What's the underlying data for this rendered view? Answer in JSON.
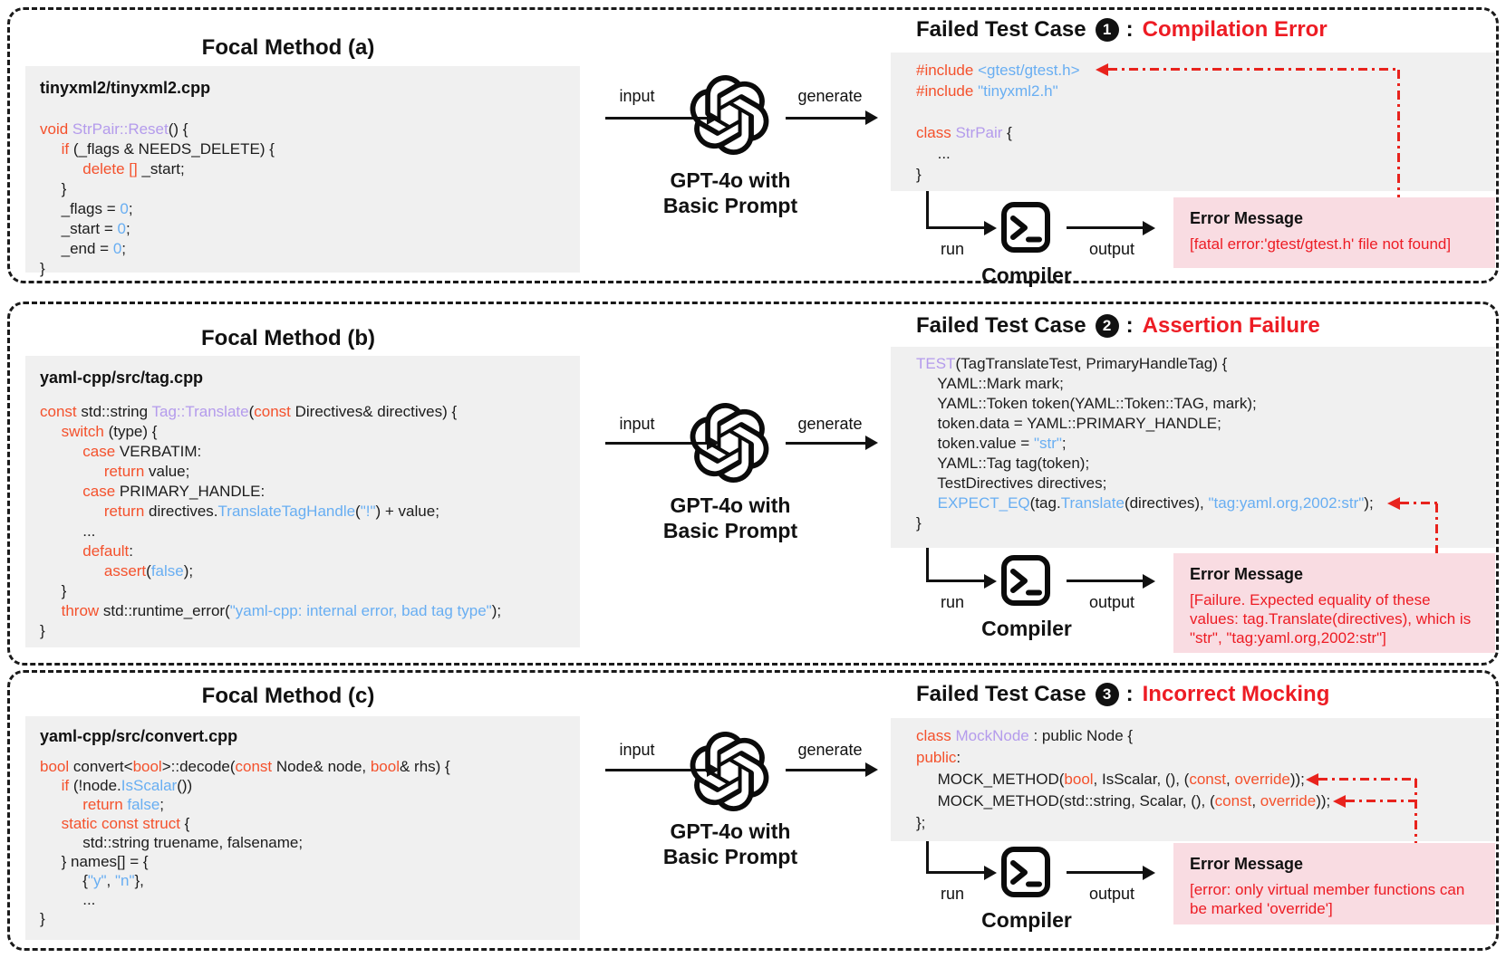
{
  "flow": {
    "input_label": "input",
    "generate_label": "generate",
    "model_line1": "GPT-4o with",
    "model_line2": "Basic Prompt",
    "run_label": "run",
    "output_label": "output",
    "compiler_label": "Compiler",
    "error_box_title": "Error Message",
    "title_separator": ":"
  },
  "colors": {
    "keyword": "#f4512c",
    "type_name": "#b49bec",
    "string_blue": "#68aef2",
    "error_red": "#ed1c24",
    "code_background": "#f0f0f0",
    "error_background": "#f9dce2"
  },
  "panels": [
    {
      "focal_title": "Focal Method (a)",
      "file": "tinyxml2/tinyxml2.cpp",
      "failed_prefix": "Failed Test Case",
      "failed_number": "1",
      "failed_label": "Compilation Error",
      "error_text": "[fatal error:'gtest/gtest.h' file not found]",
      "focal_code": [
        [
          {
            "t": "void ",
            "c": "kw"
          },
          {
            "t": "StrPair::Reset",
            "c": "ty"
          },
          {
            "t": "() {"
          }
        ],
        [
          {
            "t": "     "
          },
          {
            "t": "if ",
            "c": "kw"
          },
          {
            "t": "(_flags & NEEDS_DELETE) {"
          }
        ],
        [
          {
            "t": "          "
          },
          {
            "t": "delete [] ",
            "c": "kw"
          },
          {
            "t": "_start;"
          }
        ],
        [
          {
            "t": "     }"
          }
        ],
        [
          {
            "t": "     _flags = "
          },
          {
            "t": "0",
            "c": "bl"
          },
          {
            "t": ";"
          }
        ],
        [
          {
            "t": "     _start = "
          },
          {
            "t": "0",
            "c": "bl"
          },
          {
            "t": ";"
          }
        ],
        [
          {
            "t": "     _end = "
          },
          {
            "t": "0",
            "c": "bl"
          },
          {
            "t": ";"
          }
        ],
        [
          {
            "t": "}"
          }
        ]
      ],
      "test_code": [
        [
          {
            "t": "#include ",
            "c": "kw"
          },
          {
            "t": "<gtest/gtest.h>",
            "c": "bl"
          }
        ],
        [
          {
            "t": "#include ",
            "c": "kw"
          },
          {
            "t": "\"tinyxml2.h\"",
            "c": "bl"
          }
        ],
        [
          {
            "t": ""
          }
        ],
        [
          {
            "t": "class ",
            "c": "kw"
          },
          {
            "t": "StrPair",
            "c": "ty"
          },
          {
            "t": " {"
          }
        ],
        [
          {
            "t": "     ..."
          }
        ],
        [
          {
            "t": "}"
          }
        ]
      ]
    },
    {
      "focal_title": "Focal Method (b)",
      "file": "yaml-cpp/src/tag.cpp",
      "failed_prefix": "Failed Test Case",
      "failed_number": "2",
      "failed_label": "Assertion Failure",
      "error_text": "[Failure. Expected equality of these values: tag.Translate(directives), which is \"str\", \"tag:yaml.org,2002:str\"]",
      "focal_code": [
        [
          {
            "t": "const ",
            "c": "kw"
          },
          {
            "t": "std::string "
          },
          {
            "t": "Tag::Translate",
            "c": "ty"
          },
          {
            "t": "("
          },
          {
            "t": "const ",
            "c": "kw"
          },
          {
            "t": "Directives& directives) {"
          }
        ],
        [
          {
            "t": "     "
          },
          {
            "t": "switch ",
            "c": "kw"
          },
          {
            "t": "(type) {"
          }
        ],
        [
          {
            "t": "          "
          },
          {
            "t": "case ",
            "c": "kw"
          },
          {
            "t": "VERBATIM:"
          }
        ],
        [
          {
            "t": "               "
          },
          {
            "t": "return ",
            "c": "kw"
          },
          {
            "t": "value;"
          }
        ],
        [
          {
            "t": "          "
          },
          {
            "t": "case ",
            "c": "kw"
          },
          {
            "t": "PRIMARY_HANDLE:"
          }
        ],
        [
          {
            "t": "               "
          },
          {
            "t": "return ",
            "c": "kw"
          },
          {
            "t": "directives."
          },
          {
            "t": "TranslateTagHandle",
            "c": "bl"
          },
          {
            "t": "("
          },
          {
            "t": "\"!\"",
            "c": "bl"
          },
          {
            "t": ") + value;"
          }
        ],
        [
          {
            "t": "          ..."
          }
        ],
        [
          {
            "t": "          "
          },
          {
            "t": "default",
            "c": "kw"
          },
          {
            "t": ":"
          }
        ],
        [
          {
            "t": "               "
          },
          {
            "t": "assert",
            "c": "kw"
          },
          {
            "t": "("
          },
          {
            "t": "false",
            "c": "bl"
          },
          {
            "t": ");"
          }
        ],
        [
          {
            "t": "     }"
          }
        ],
        [
          {
            "t": "     "
          },
          {
            "t": "throw ",
            "c": "kw"
          },
          {
            "t": "std::runtime_error("
          },
          {
            "t": "\"yaml-cpp: internal error, bad tag type\"",
            "c": "bl"
          },
          {
            "t": ");"
          }
        ],
        [
          {
            "t": "}"
          }
        ]
      ],
      "test_code": [
        [
          {
            "t": "TEST",
            "c": "ty"
          },
          {
            "t": "(TagTranslateTest, PrimaryHandleTag) {"
          }
        ],
        [
          {
            "t": "     YAML::Mark mark;"
          }
        ],
        [
          {
            "t": "     YAML::Token token(YAML::Token::TAG, mark);"
          }
        ],
        [
          {
            "t": "     token.data = YAML::PRIMARY_HANDLE;"
          }
        ],
        [
          {
            "t": "     token.value = "
          },
          {
            "t": "\"str\"",
            "c": "bl"
          },
          {
            "t": ";"
          }
        ],
        [
          {
            "t": "     YAML::Tag tag(token);"
          }
        ],
        [
          {
            "t": "     TestDirectives directives;"
          }
        ],
        [
          {
            "t": "     "
          },
          {
            "t": "EXPECT_EQ",
            "c": "bl"
          },
          {
            "t": "(tag."
          },
          {
            "t": "Translate",
            "c": "bl"
          },
          {
            "t": "(directives), "
          },
          {
            "t": "\"tag:yaml.org,2002:str\"",
            "c": "bl"
          },
          {
            "t": ");"
          }
        ],
        [
          {
            "t": "}"
          }
        ]
      ]
    },
    {
      "focal_title": "Focal Method (c)",
      "file": "yaml-cpp/src/convert.cpp",
      "failed_prefix": "Failed Test Case",
      "failed_number": "3",
      "failed_label": "Incorrect Mocking",
      "error_text": "[error: only virtual member functions can be marked 'override']",
      "focal_code": [
        [
          {
            "t": "bool ",
            "c": "kw"
          },
          {
            "t": "convert<"
          },
          {
            "t": "bool",
            "c": "kw"
          },
          {
            "t": ">::decode("
          },
          {
            "t": "const ",
            "c": "kw"
          },
          {
            "t": "Node& node, "
          },
          {
            "t": "bool",
            "c": "kw"
          },
          {
            "t": "& rhs) {"
          }
        ],
        [
          {
            "t": "     "
          },
          {
            "t": "if ",
            "c": "kw"
          },
          {
            "t": "(!node."
          },
          {
            "t": "IsScalar",
            "c": "bl"
          },
          {
            "t": "())"
          }
        ],
        [
          {
            "t": "          "
          },
          {
            "t": "return ",
            "c": "kw"
          },
          {
            "t": "false",
            "c": "bl"
          },
          {
            "t": ";"
          }
        ],
        [
          {
            "t": "     "
          },
          {
            "t": "static const struct ",
            "c": "kw"
          },
          {
            "t": "{"
          }
        ],
        [
          {
            "t": "          std::string truename, falsename;"
          }
        ],
        [
          {
            "t": "     } names[] = {"
          }
        ],
        [
          {
            "t": "          {"
          },
          {
            "t": "\"y\"",
            "c": "bl"
          },
          {
            "t": ", "
          },
          {
            "t": "\"n\"",
            "c": "bl"
          },
          {
            "t": "},"
          }
        ],
        [
          {
            "t": "          ..."
          }
        ],
        [
          {
            "t": "}"
          }
        ]
      ],
      "test_code": [
        [
          {
            "t": "class ",
            "c": "kw"
          },
          {
            "t": "MockNode",
            "c": "ty"
          },
          {
            "t": " : public Node {"
          }
        ],
        [
          {
            "t": "public",
            "c": "kw"
          },
          {
            "t": ":"
          }
        ],
        [
          {
            "t": "     MOCK_METHOD("
          },
          {
            "t": "bool",
            "c": "kw"
          },
          {
            "t": ", IsScalar, (), ("
          },
          {
            "t": "const",
            "c": "kw"
          },
          {
            "t": ", "
          },
          {
            "t": "override",
            "c": "kw"
          },
          {
            "t": "));"
          }
        ],
        [
          {
            "t": "     MOCK_METHOD(std::string, Scalar, (), ("
          },
          {
            "t": "const",
            "c": "kw"
          },
          {
            "t": ", "
          },
          {
            "t": "override",
            "c": "kw"
          },
          {
            "t": "));"
          }
        ],
        [
          {
            "t": "};"
          }
        ]
      ]
    }
  ]
}
